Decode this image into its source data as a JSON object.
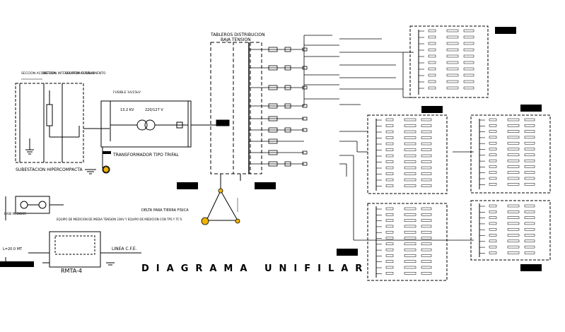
{
  "diagram": {
    "title": "DIAGRAMA UNIFILAR",
    "labels": {
      "seccion_acometida": "SECCION ACOMETIDA",
      "seccion_interruptor": "SECCION INTERRUPTOR FUSIBLE",
      "seccion_acoplamiento": "SECCION ACOPLAMIENTO",
      "subestacion": "SUBESTACION HIPERCOMPACTA",
      "fusible": "FUSIBLE 1A/15kV",
      "transformador": "TRANSFORMADOR TIPO TRIFAL",
      "kv": "13.2 KV",
      "volt": "220/127 V",
      "tableros": "TABLEROS DISTRIBUCION",
      "baja_tension": "BAJA TENSION",
      "delta": "DELTA PARA TIERRA FISICA",
      "linea_cfe": "LINEA C.F.E.",
      "rmta": "RMTA-4",
      "l_mt": "L=20.0 MT",
      "equipo_medicion": "EQUIPO DE MEDICION DE MEDIA TENSION 23KV Y EQUIPO DE MEDICION CON TPS Y TC'S",
      "base_medidor": "BASE MEDIDOR"
    },
    "colors": {
      "line": "#000000",
      "accent": "#f0b400"
    }
  }
}
